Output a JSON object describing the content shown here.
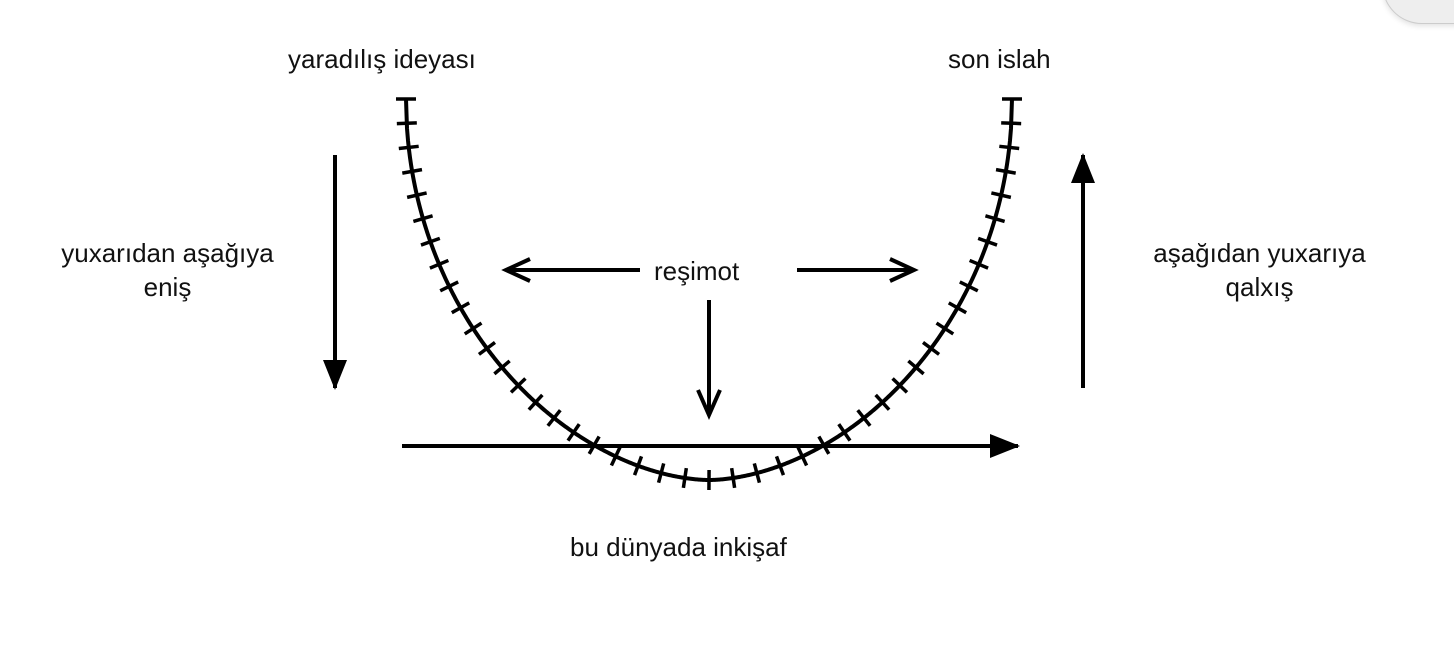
{
  "labels": {
    "top_left": "yaradılış ideyası",
    "top_right": "son islah",
    "left_line1": "yuxarıdan aşağıya",
    "left_line2": "eniş",
    "right_line1": "aşağıdan yuxarıya",
    "right_line2": "qalxış",
    "center": "reşimot",
    "bottom": "bu dünyada inkişaf"
  },
  "colors": {
    "stroke": "#000000"
  }
}
